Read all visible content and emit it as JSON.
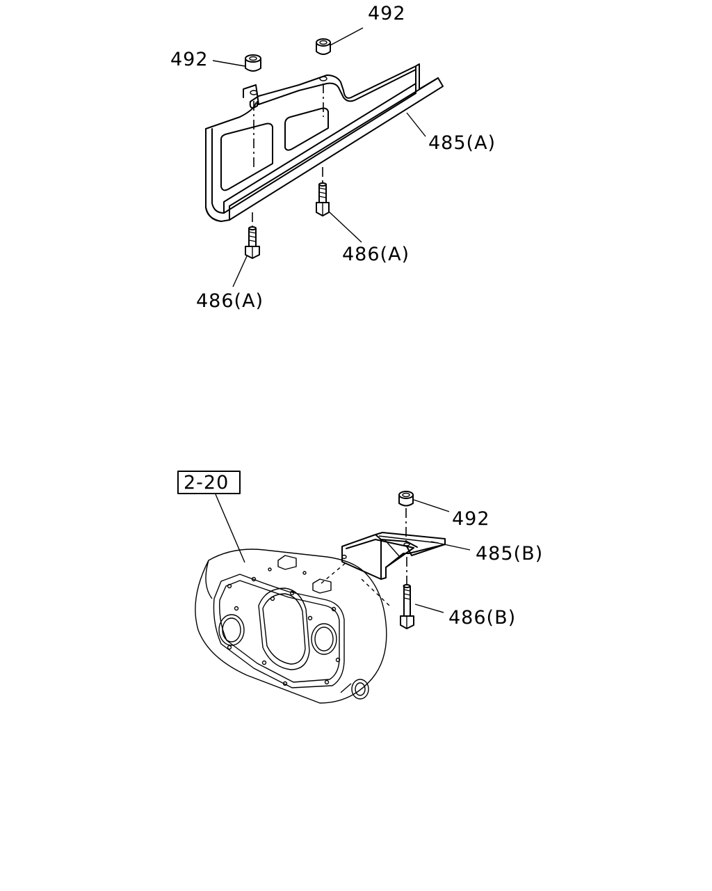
{
  "labels": {
    "nut_top_right": "492",
    "nut_top_left": "492",
    "bracket_a": "485(A)",
    "bolt_a_right": "486(A)",
    "bolt_a_left": "486(A)",
    "ref_box": "2-20",
    "nut_b": "492",
    "bracket_b": "485(B)",
    "bolt_b": "486(B)"
  }
}
